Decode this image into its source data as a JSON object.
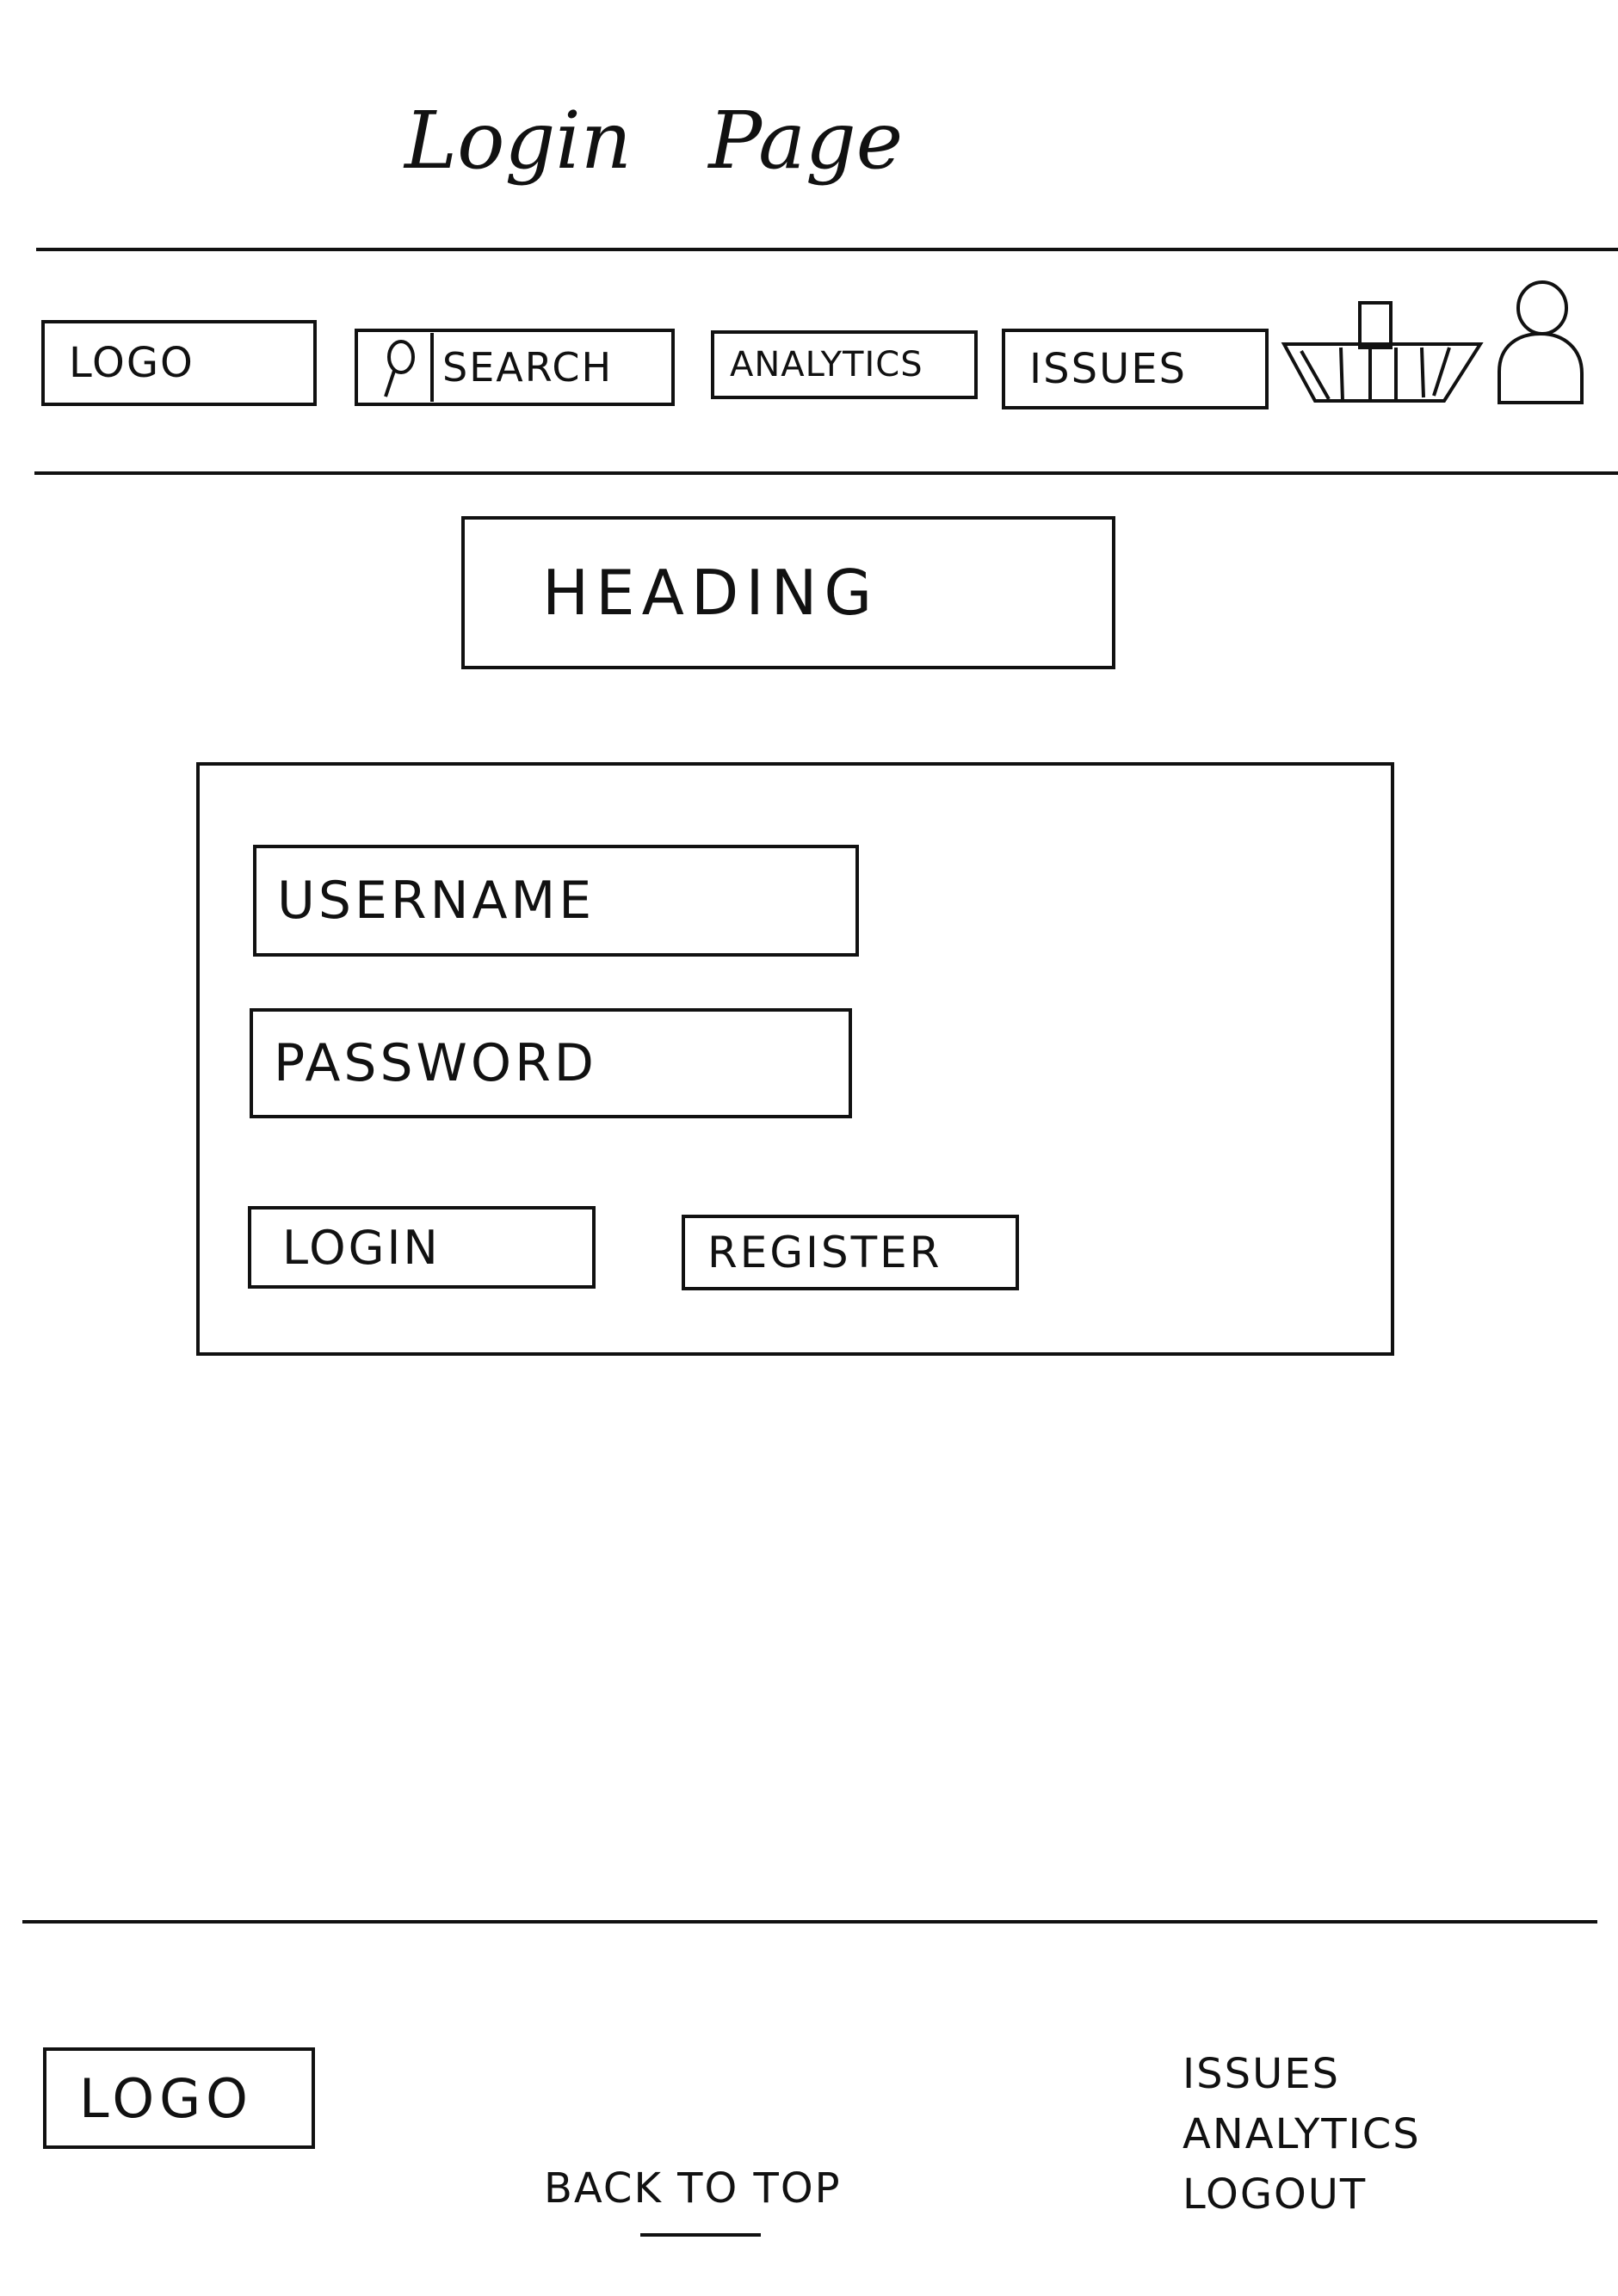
{
  "page": {
    "title": "Login Page"
  },
  "header": {
    "logo": "LOGO",
    "search_label": "SEARCH",
    "analytics_label": "ANALYTICS",
    "issues_label": "ISSUES"
  },
  "main": {
    "heading": "HEADING",
    "username_placeholder": "USERNAME",
    "password_placeholder": "PASSWORD",
    "login_label": "LOGIN",
    "register_label": "REGISTER"
  },
  "footer": {
    "logo": "LOGO",
    "back_to_top": "BACK TO TOP",
    "links": [
      {
        "label": "ISSUES"
      },
      {
        "label": "ANALYTICS"
      },
      {
        "label": "LOGOUT"
      }
    ]
  },
  "icons": {
    "search": "search-icon",
    "cart": "basket-icon",
    "user": "user-icon"
  },
  "colors": {
    "ink": "#111111",
    "paper": "#ffffff"
  }
}
